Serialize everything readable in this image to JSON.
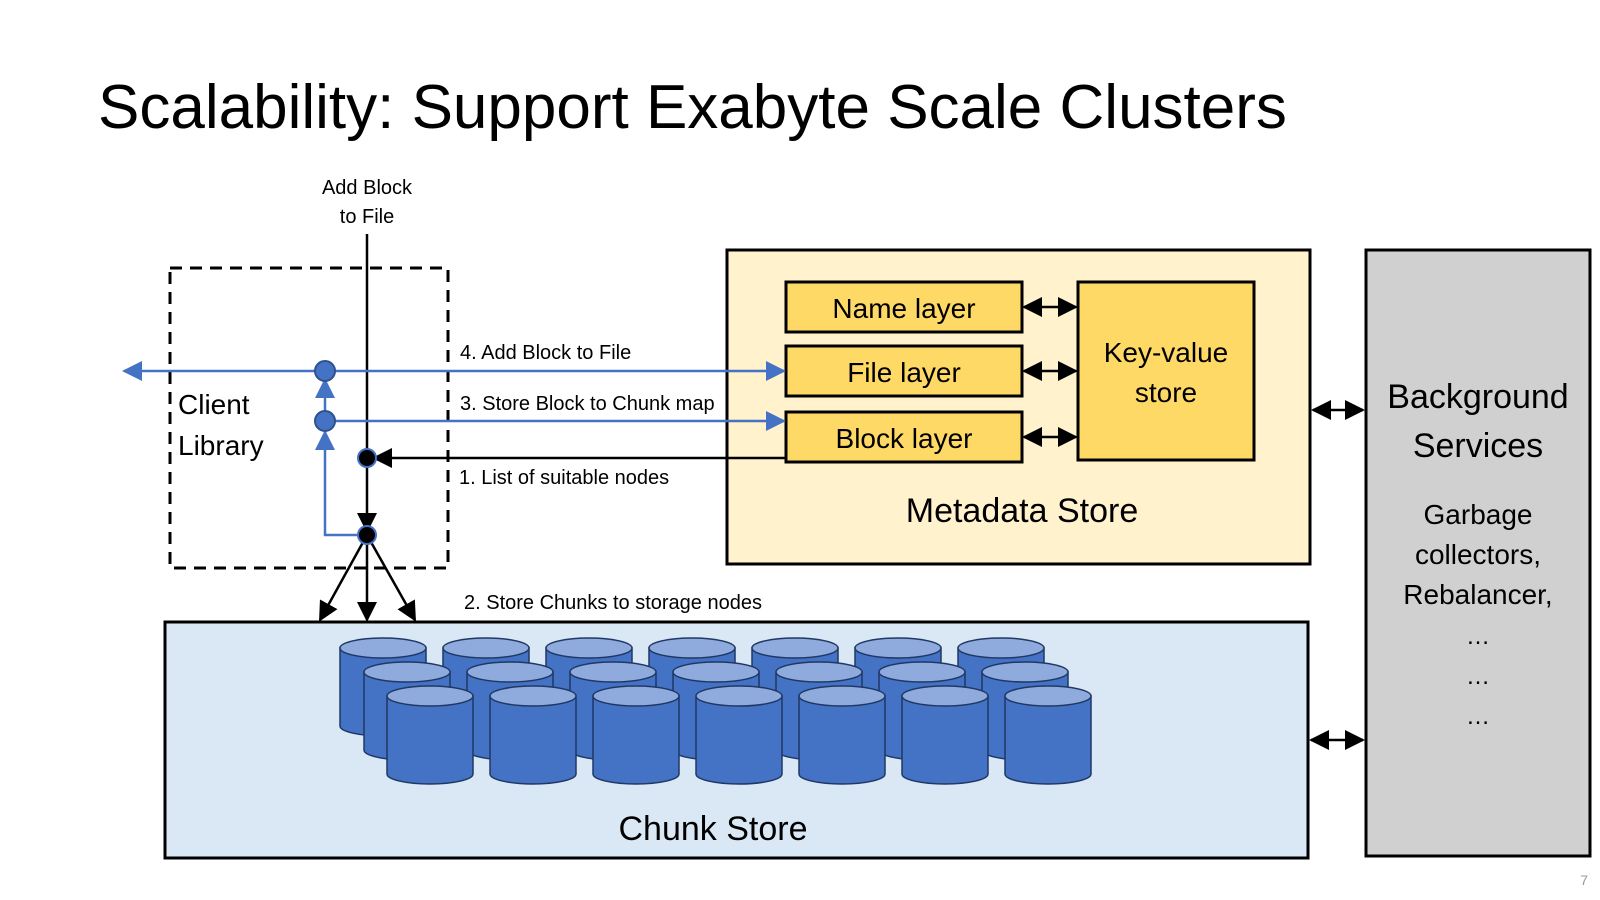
{
  "slide": {
    "title": "Scalability: Support Exabyte Scale Clusters",
    "page_number": "7"
  },
  "diagram": {
    "client_library": {
      "line1": "Client",
      "line2": "Library"
    },
    "top_label": {
      "line1": "Add Block",
      "line2": "to File"
    },
    "steps": {
      "step1": "1. List of suitable nodes",
      "step2": "2. Store Chunks to storage nodes",
      "step3": "3. Store Block to Chunk map",
      "step4": "4. Add Block to File"
    },
    "metadata_store": {
      "label": "Metadata Store",
      "layers": [
        "Name layer",
        "File layer",
        "Block layer"
      ],
      "kv_store": {
        "line1": "Key-value",
        "line2": "store"
      }
    },
    "chunk_store": {
      "label": "Chunk Store",
      "disk_rows": 3,
      "disks_per_row": 7
    },
    "background_services": {
      "title_line1": "Background",
      "title_line2": "Services",
      "items": [
        "Garbage",
        "collectors,",
        "Rebalancer,",
        "…",
        "…",
        "…"
      ]
    },
    "colors": {
      "metadata_fill": "#FFF2CC",
      "layer_fill": "#FFD966",
      "chunk_fill": "#DAE8F6",
      "disk_body": "#4472C4",
      "disk_top": "#8FAADC",
      "bg_services_fill": "#D0D0D0",
      "flow_blue": "#4472C4"
    }
  }
}
